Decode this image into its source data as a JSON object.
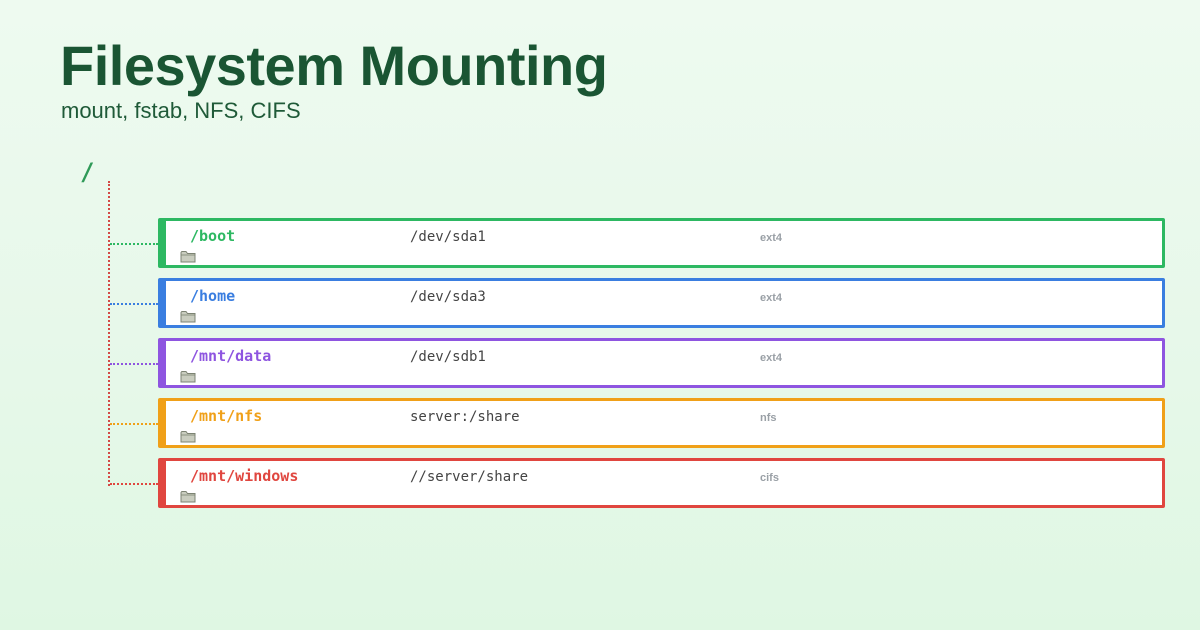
{
  "title": "Filesystem Mounting",
  "subtitle": "mount, fstab, NFS, CIFS",
  "root_label": "/",
  "mounts": [
    {
      "mount_point": "/boot",
      "device": "/dev/sda1",
      "fstype": "ext4",
      "color": "#2db862"
    },
    {
      "mount_point": "/home",
      "device": "/dev/sda3",
      "fstype": "ext4",
      "color": "#3a7ee0"
    },
    {
      "mount_point": "/mnt/data",
      "device": "/dev/sdb1",
      "fstype": "ext4",
      "color": "#8e55e0"
    },
    {
      "mount_point": "/mnt/nfs",
      "device": "server:/share",
      "fstype": "nfs",
      "color": "#f0a018"
    },
    {
      "mount_point": "/mnt/windows",
      "device": "//server/share",
      "fstype": "cifs",
      "color": "#e0463f"
    }
  ],
  "icons": {
    "tree_trunk_color": "#d44a45",
    "row_icon": "folder-icon"
  }
}
